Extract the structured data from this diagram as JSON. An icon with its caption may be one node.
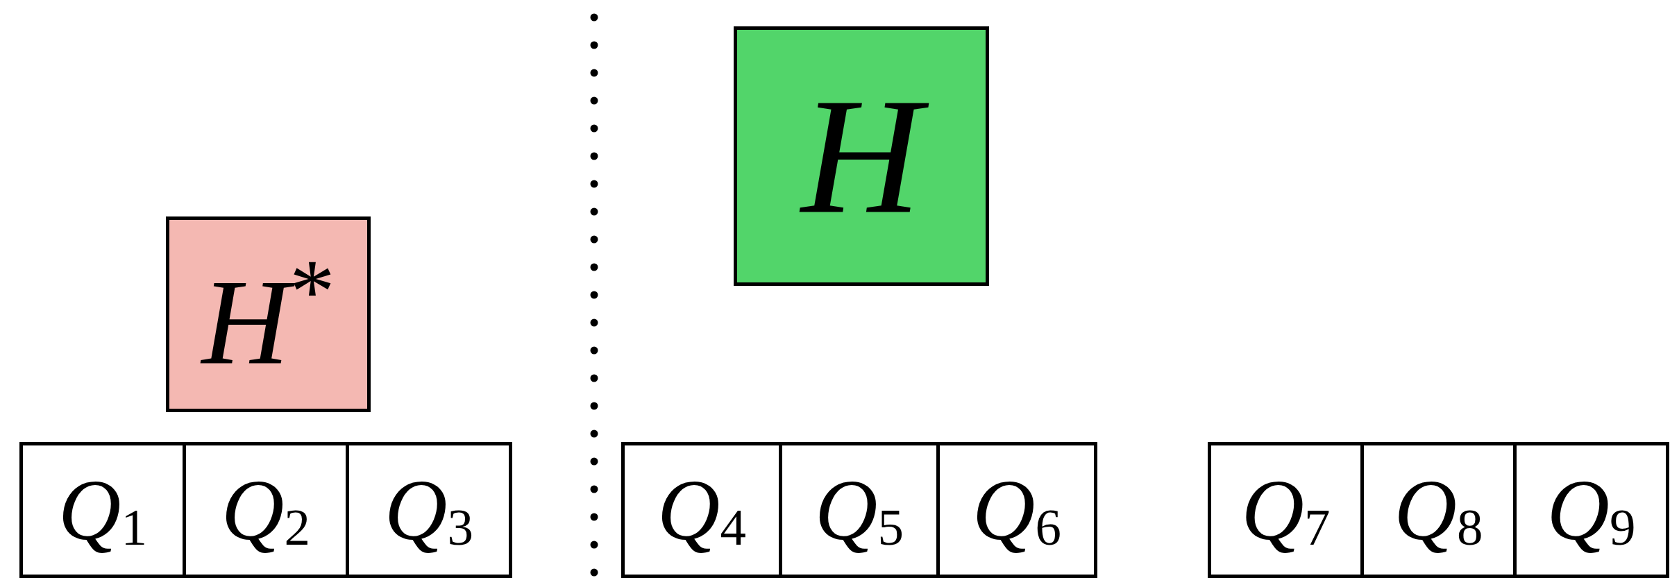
{
  "diagram": {
    "nodes": [
      {
        "text": [
          "H$^{*}$"
        ]
      },
      {
        "text": [
          "H"
        ]
      },
      {
        "text": [
          "Q$_{1}$"
        ]
      },
      {
        "text": [
          "Q$_{2}$"
        ]
      },
      {
        "text": [
          "Q$_{3}$"
        ]
      },
      {
        "text": [
          "Q$_{4}$"
        ]
      },
      {
        "text": [
          "Q$_{5}$"
        ]
      },
      {
        "text": [
          "Q$_{6}$"
        ]
      },
      {
        "text": [
          "Q$_{7}$"
        ]
      },
      {
        "text": [
          "Q$_{8}$"
        ]
      },
      {
        "text": [
          "Q$_{9}$"
        ]
      }
    ]
  }
}
